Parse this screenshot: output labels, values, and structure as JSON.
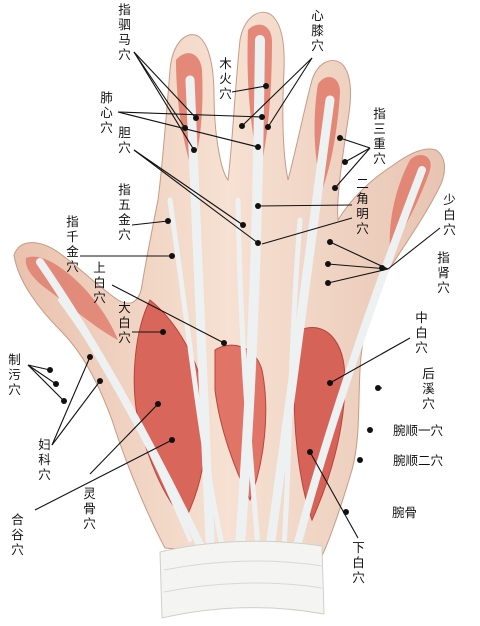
{
  "labels": {
    "zhijumaxue": "指驷马穴",
    "xinxixue": "心膝穴",
    "muhuoxue": "木火穴",
    "feixinxue": "肺心穴",
    "danxue": "胆穴",
    "zhisanzhongxue": "指三重穴",
    "erjiaomingxue": "二角明穴",
    "shaobaixue": "少白穴",
    "zhiwujinxue": "指五金穴",
    "zhiqianjinxue": "指千金穴",
    "shangbaixue": "上白穴",
    "zhishenxue": "指肾穴",
    "dabaixue": "大白穴",
    "zhongbaixue": "中白穴",
    "zhixiexue": "制污穴",
    "houxixue": "后溪穴",
    "wanshunyixue": "腕顺一穴",
    "wanshunerxue": "腕顺二穴",
    "fukexue": "妇科穴",
    "linggu": "灵骨穴",
    "wangu": "腕骨",
    "heguxue": "合谷穴",
    "xiabaixue": "下白穴"
  },
  "colors": {
    "skin": "#f3d9c8",
    "muscle": "#d9665a",
    "muscle_dark": "#b9433d",
    "tendon": "#eceff0",
    "line": "#111111"
  }
}
